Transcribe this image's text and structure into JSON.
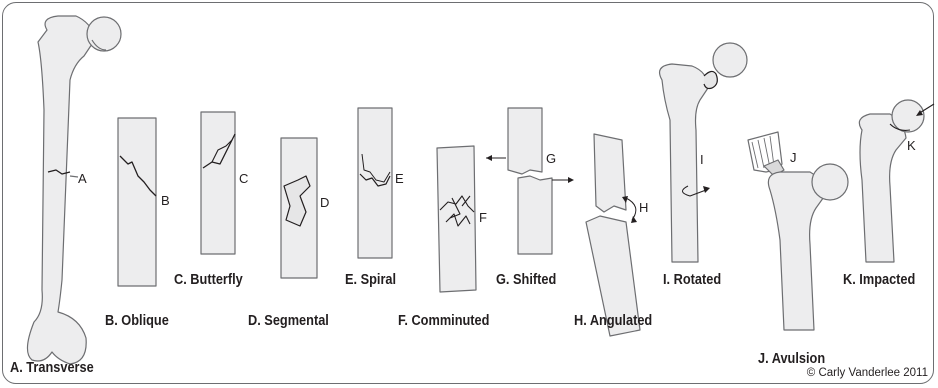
{
  "fractures": [
    {
      "letter": "A",
      "caption": "A. Transverse"
    },
    {
      "letter": "B",
      "caption": "B. Oblique"
    },
    {
      "letter": "C",
      "caption": "C. Butterfly"
    },
    {
      "letter": "D",
      "caption": "D. Segmental"
    },
    {
      "letter": "E",
      "caption": "E. Spiral"
    },
    {
      "letter": "F",
      "caption": "F. Comminuted"
    },
    {
      "letter": "G",
      "caption": "G. Shifted"
    },
    {
      "letter": "H",
      "caption": "H. Angulated"
    },
    {
      "letter": "I",
      "caption": "I. Rotated"
    },
    {
      "letter": "J",
      "caption": "J. Avulsion"
    },
    {
      "letter": "K",
      "caption": "K. Impacted"
    }
  ],
  "copyright": "© Carly Vanderlee 2011",
  "colors": {
    "bone_fill": "#ededee",
    "bone_outline": "#6d6e71",
    "text": "#231f20"
  }
}
